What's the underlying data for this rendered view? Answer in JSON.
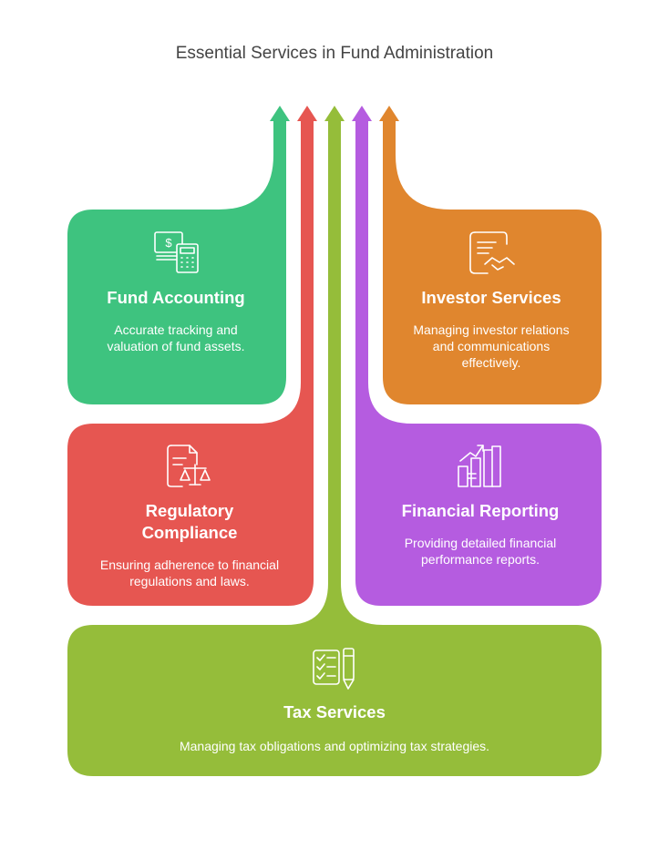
{
  "title": "Essential Services in Fund Administration",
  "colors": {
    "green": "#3ec37f",
    "red": "#e65651",
    "olive": "#95bd3a",
    "purple": "#b55ce0",
    "orange": "#e0862e"
  },
  "cards": {
    "fund_accounting": {
      "title": "Fund Accounting",
      "description": "Accurate tracking and valuation of fund assets.",
      "icon": "money-calculator-icon",
      "color": "#3ec37f"
    },
    "investor_services": {
      "title": "Investor Services",
      "description": "Managing investor relations and communications effectively.",
      "icon": "contract-handshake-icon",
      "color": "#e0862e"
    },
    "regulatory_compliance": {
      "title": "Regulatory Compliance",
      "description": "Ensuring adherence to financial regulations and laws.",
      "icon": "document-scales-icon",
      "color": "#e65651"
    },
    "financial_reporting": {
      "title": "Financial Reporting",
      "description": "Providing detailed financial performance reports.",
      "icon": "growth-chart-icon",
      "color": "#b55ce0"
    },
    "tax_services": {
      "title": "Tax Services",
      "description": "Managing tax obligations and optimizing tax strategies.",
      "icon": "checklist-pen-icon",
      "color": "#95bd3a"
    }
  }
}
